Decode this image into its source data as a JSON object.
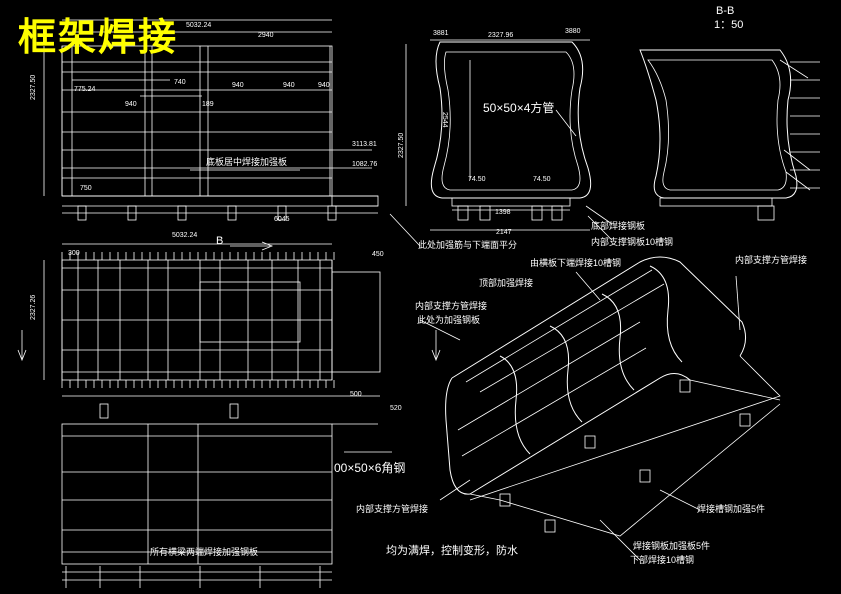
{
  "title": "框架焊接",
  "section": {
    "name": "B-B",
    "scale": "1：50"
  },
  "front_view": {
    "dims": [
      "5032.24",
      "2940",
      "775.24",
      "740",
      "940",
      "940",
      "940",
      "940",
      "189",
      "3113.81",
      "1082.76",
      "750",
      "6045",
      "2327.50"
    ],
    "note": "底板居中焊接加强板"
  },
  "plan_view": {
    "dims": [
      "5032.24",
      "2327.26",
      "450",
      "300"
    ],
    "arrow_label": "B"
  },
  "bottom_view": {
    "dims": [
      "500",
      "520"
    ],
    "tube_note": "00×50×6角钢"
  },
  "end_view": {
    "dims": [
      "3881",
      "2327.96",
      "3880",
      "2544",
      "2327.50",
      "74.50",
      "74.50",
      "1398",
      "2147"
    ],
    "tube_note": "50×50×4方管"
  },
  "callouts": {
    "flush_note": "此处加强筋与下端面平分",
    "bottom_plate": "底部焊接钢板",
    "lower_brace": "内部支撑钢板10槽钢",
    "top_tube": "由横板下端焊接10槽钢",
    "top_rib": "顶部加强焊接",
    "inner_brace_right": "内部支撑方管焊接",
    "inner_brace_left": "内部支撑方管焊接",
    "reinforcement_pos": "此处为加强钢板",
    "inner_brace_bottom": "内部支撑方管焊接",
    "channel_note": "焊接槽钢加强5件",
    "plate_note": "焊接钢板加强板5件",
    "weld_note": "下部焊接10槽钢",
    "general_note": "均为满焊，控制变形，防水",
    "bottom_note": "所有横梁两端焊接加强钢板"
  }
}
